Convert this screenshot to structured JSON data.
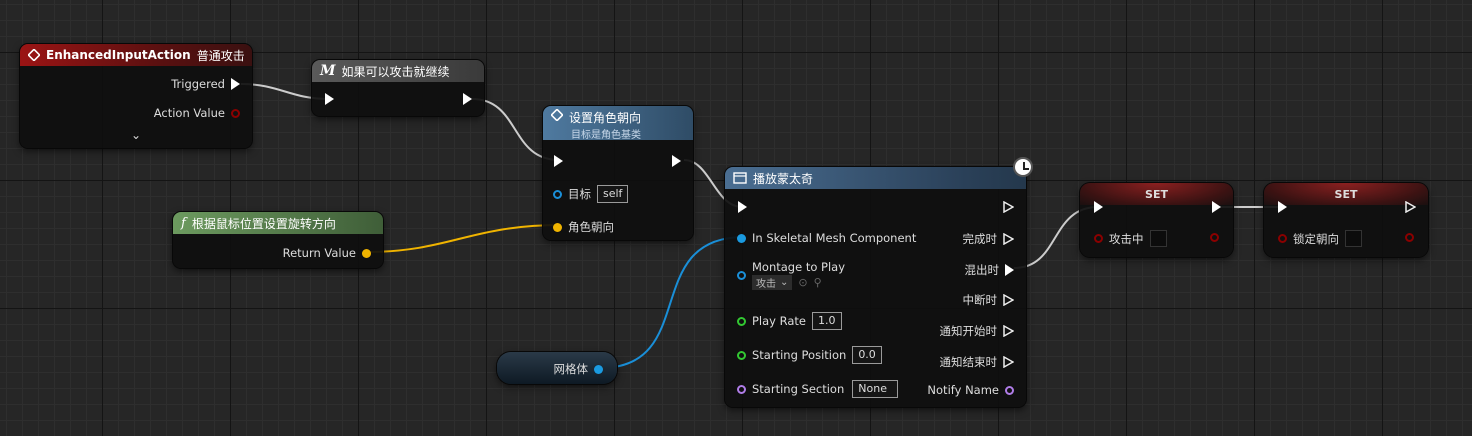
{
  "nodes": {
    "input_action": {
      "name": "EnhancedInputAction",
      "action": "普通攻击",
      "triggered": "Triggered",
      "action_value": "Action Value",
      "expand_glyph": "⌄"
    },
    "macro": {
      "glyph": "M",
      "title": "如果可以攻击就继续"
    },
    "set_facing": {
      "title": "设置角色朝向",
      "subtitle": "目标是角色基类",
      "target_label": "目标",
      "target_value": "self",
      "facing_label": "角色朝向"
    },
    "rotation_func": {
      "glyph": "f",
      "title": "根据鼠标位置设置旋转方向",
      "return_value": "Return Value"
    },
    "mesh_var": {
      "label": "网格体"
    },
    "play_montage": {
      "title": "播放蒙太奇",
      "in_skeletal": "In Skeletal Mesh Component",
      "montage_to_play": "Montage to Play",
      "montage_value": "攻击",
      "play_rate": "Play Rate",
      "play_rate_value": "1.0",
      "starting_position": "Starting Position",
      "starting_position_value": "0.0",
      "starting_section": "Starting Section",
      "starting_section_value": "None",
      "on_completed": "完成时",
      "on_blend_out": "混出时",
      "on_interrupted": "中断时",
      "on_notify_begin": "通知开始时",
      "on_notify_end": "通知结束时",
      "notify_name": "Notify Name"
    },
    "set_attacking": {
      "title": "SET",
      "var_label": "攻击中"
    },
    "set_lock_facing": {
      "title": "SET",
      "var_label": "锁定朝向"
    }
  },
  "colors": {
    "exec": "#ffffff",
    "bool": "#8b0000",
    "object": "#00a6f0",
    "vector": "#fdc721",
    "float": "#32c832",
    "name": "#b07de8",
    "struct_blue": "#1e88d8",
    "input_event_header": "#8c1111",
    "function_header": "#3d5f7c",
    "pure_header": "#55804a",
    "macro_header": "#4a4a4a",
    "set_header": "#6b1a1a"
  }
}
